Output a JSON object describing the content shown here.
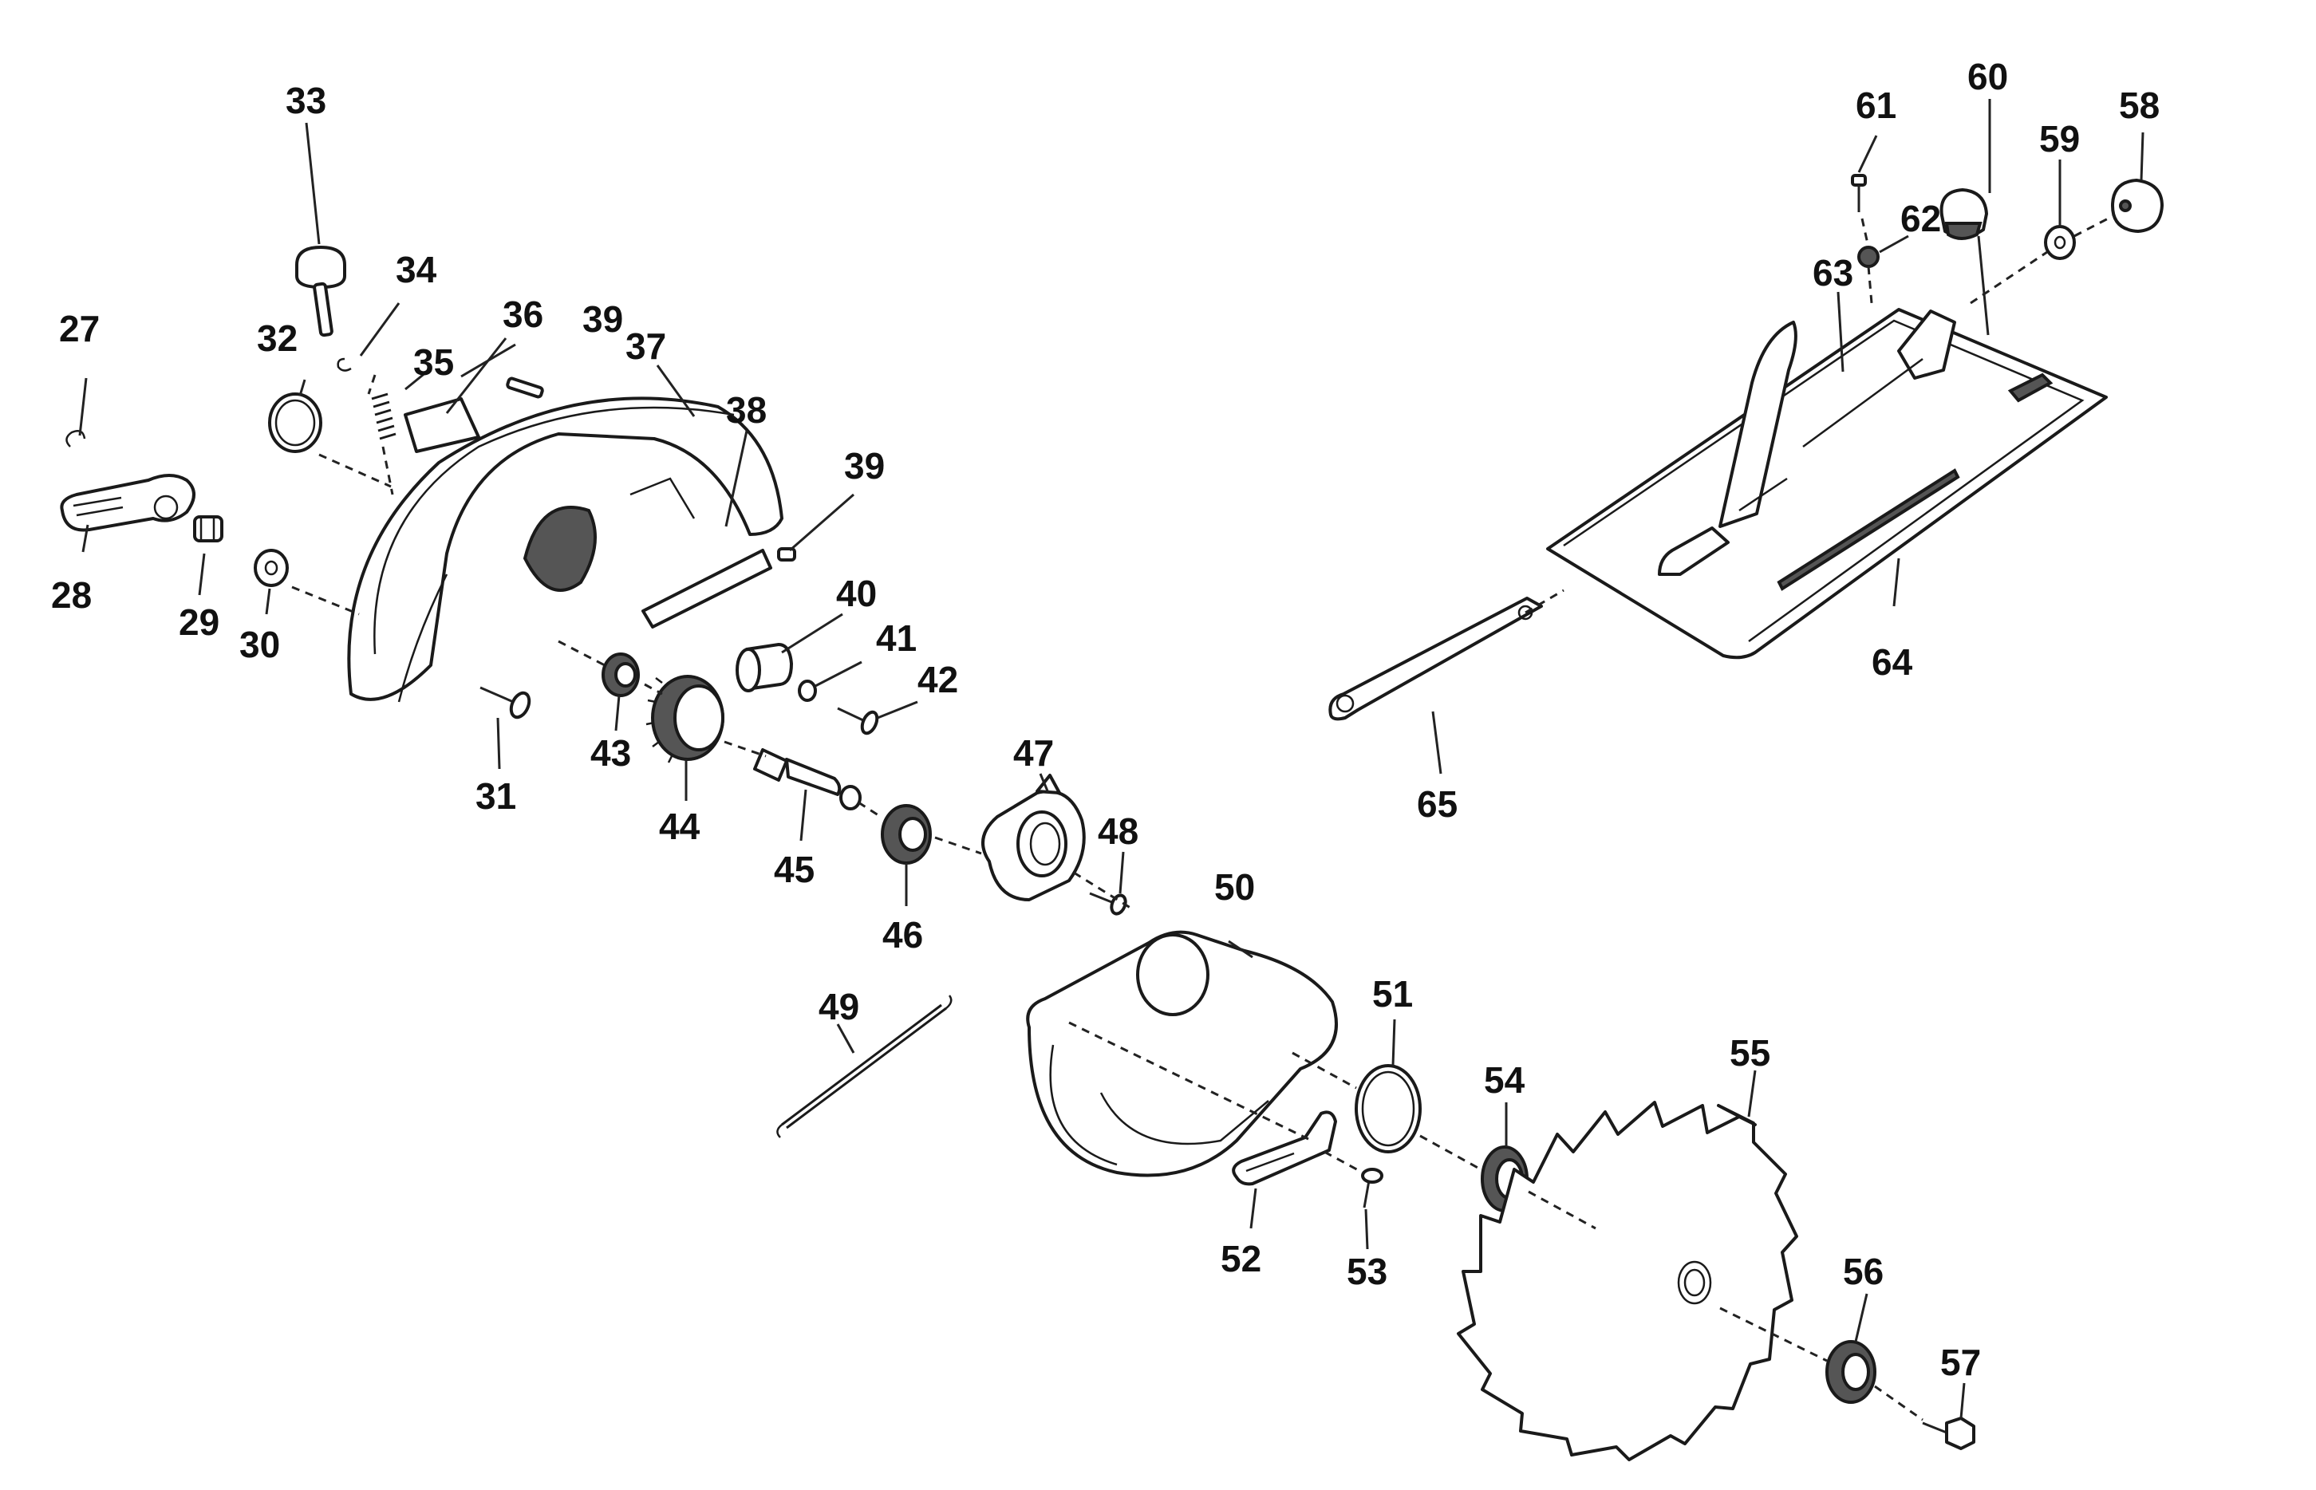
{
  "diagram": {
    "part_numbers": [
      "27",
      "28",
      "29",
      "30",
      "31",
      "32",
      "33",
      "34",
      "35",
      "36",
      "37",
      "38",
      "39",
      "39",
      "40",
      "41",
      "42",
      "43",
      "44",
      "45",
      "46",
      "47",
      "48",
      "49",
      "50",
      "51",
      "52",
      "53",
      "54",
      "55",
      "56",
      "57",
      "58",
      "59",
      "60",
      "61",
      "62",
      "63",
      "64",
      "65"
    ]
  }
}
